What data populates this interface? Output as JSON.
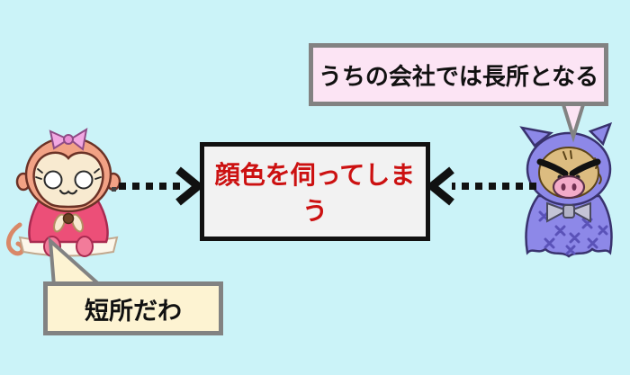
{
  "background_color": "#cbf3f8",
  "center_box": {
    "text": "顔色を伺ってしまう",
    "text_color": "#cc1111",
    "fill": "#f2f2f2",
    "border_color": "#111111"
  },
  "top_bubble": {
    "text": "うちの会社では長所となる",
    "text_color": "#111111",
    "fill": "#fce4f4",
    "border_color": "#828282",
    "speaker": "boar-character"
  },
  "bottom_bubble": {
    "text": "短所だわ",
    "text_color": "#111111",
    "fill": "#fdf3d2",
    "border_color": "#828282",
    "speaker": "monkey-character"
  },
  "characters": {
    "monkey": {
      "label": "monkey-girl",
      "position": "left"
    },
    "boar": {
      "label": "boar-in-costume",
      "position": "right"
    }
  },
  "arrows": {
    "left": {
      "style": "dotted",
      "direction": "right",
      "color": "#111111"
    },
    "right": {
      "style": "dotted",
      "direction": "left",
      "color": "#111111"
    }
  }
}
